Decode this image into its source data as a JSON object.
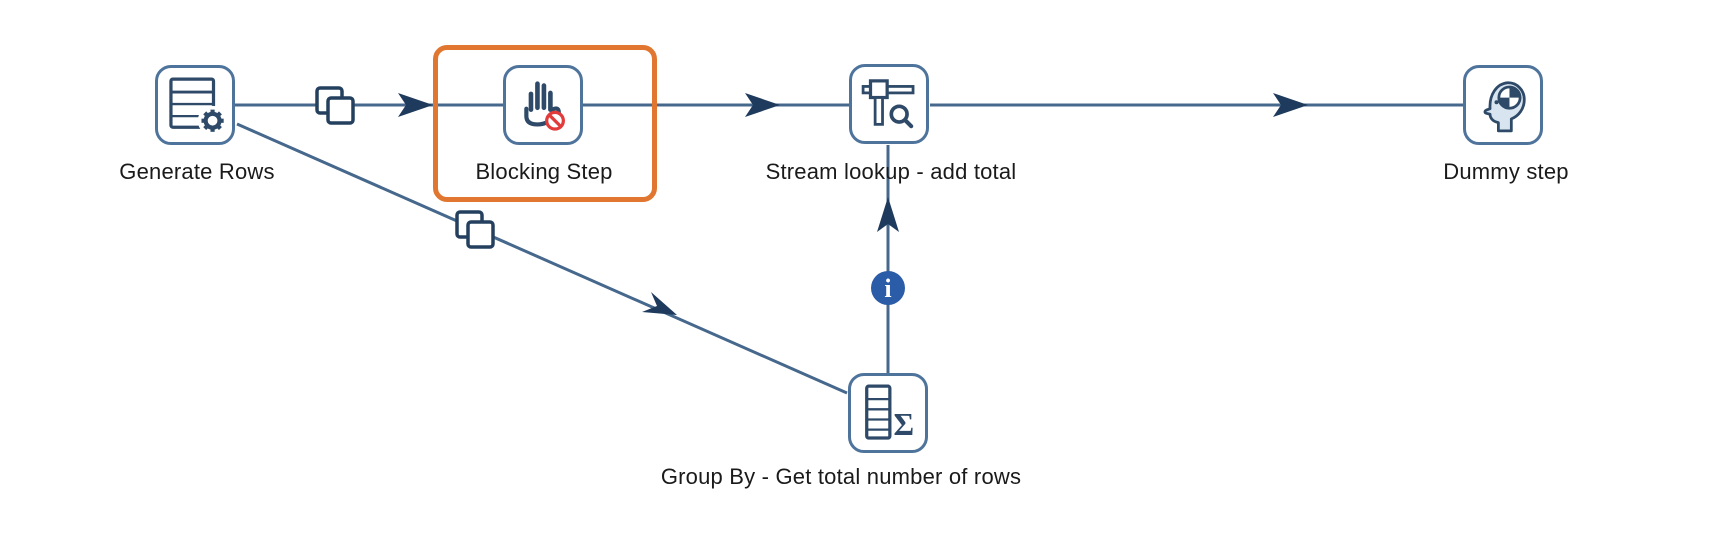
{
  "canvas": {
    "kind": "transformation-flow-diagram",
    "background": "#ffffff"
  },
  "colors": {
    "hop_line": "#46688C",
    "arrowhead": "#1E3A5C",
    "icon_border": "#4F749C",
    "icon_glyph": "#2E4A68",
    "highlight_orange": "#E0762F",
    "info_badge_blue": "#2B5CA7",
    "prohibition_red": "#E23B3B",
    "label_text": "#1A1A1A",
    "head_fill": "#D8E4F0"
  },
  "nodes": [
    {
      "label": "Generate Rows",
      "icon": "table-gear-icon",
      "highlighted": false
    },
    {
      "label": "Blocking Step",
      "icon": "blocking-hand-icon",
      "highlighted": true
    },
    {
      "label": "Stream lookup - add total",
      "icon": "tee-pipe-magnifier-icon",
      "highlighted": false
    },
    {
      "label": "Dummy step",
      "icon": "head-target-icon",
      "highlighted": false
    },
    {
      "label": "Group By - Get total number of rows",
      "icon": "rows-sigma-icon",
      "highlighted": false
    }
  ],
  "hops": [
    {
      "from": "Generate Rows",
      "to": "Blocking Step",
      "badge": "copy-rows-icon"
    },
    {
      "from": "Blocking Step",
      "to": "Stream lookup - add total",
      "badge": null
    },
    {
      "from": "Stream lookup - add total",
      "to": "Dummy step",
      "badge": null
    },
    {
      "from": "Generate Rows",
      "to": "Group By - Get total number of rows",
      "badge": "copy-rows-icon"
    },
    {
      "from": "Group By - Get total number of rows",
      "to": "Stream lookup - add total",
      "badge": "info-icon"
    }
  ],
  "glyphs": {
    "sigma": "Σ",
    "info": "i"
  }
}
